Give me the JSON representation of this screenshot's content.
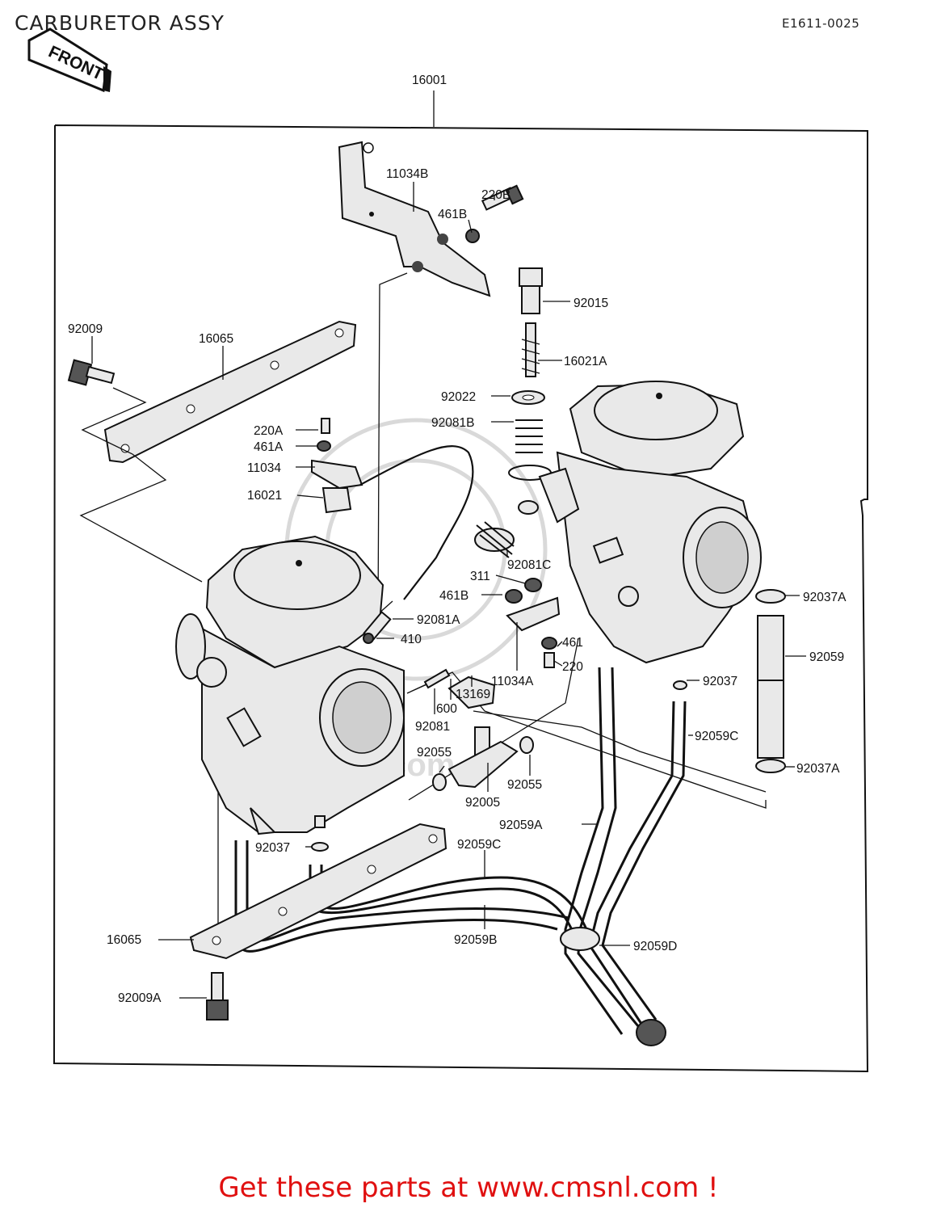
{
  "header": {
    "title": "CARBURETOR ASSY",
    "diagram_code": "E1611-0025",
    "front_label": "FRONT"
  },
  "footer": {
    "promo_text": "Get these parts at www.cmsnl.com !"
  },
  "parts": {
    "p16001": "16001",
    "p11034B": "11034B",
    "p220B": "220B",
    "p461B_top": "461B",
    "p92015": "92015",
    "p16021A": "16021A",
    "p92022": "92022",
    "p92081B": "92081B",
    "p92009": "92009",
    "p16065_top": "16065",
    "p220A": "220A",
    "p461A": "461A",
    "p11034": "11034",
    "p16021": "16021",
    "p92081C": "92081C",
    "p311": "311",
    "p461B_mid": "461B",
    "p92081A": "92081A",
    "p410": "410",
    "p461": "461",
    "p220": "220",
    "p11034A": "11034A",
    "p13169": "13169",
    "p600": "600",
    "p92081": "92081",
    "p92055_left": "92055",
    "p92055_right": "92055",
    "p92005": "92005",
    "p92037A_top": "92037A",
    "p92059": "92059",
    "p92037_right": "92037",
    "p92059C_right": "92059C",
    "p92037A_bottom": "92037A",
    "p92059A": "92059A",
    "p92037_left": "92037",
    "p92059C_mid": "92059C",
    "p16065_bottom": "16065",
    "p92059B": "92059B",
    "p92059D": "92059D",
    "p92009A": "92009A"
  },
  "colors": {
    "footer_text": "#e01010",
    "line_art": "#111111"
  }
}
